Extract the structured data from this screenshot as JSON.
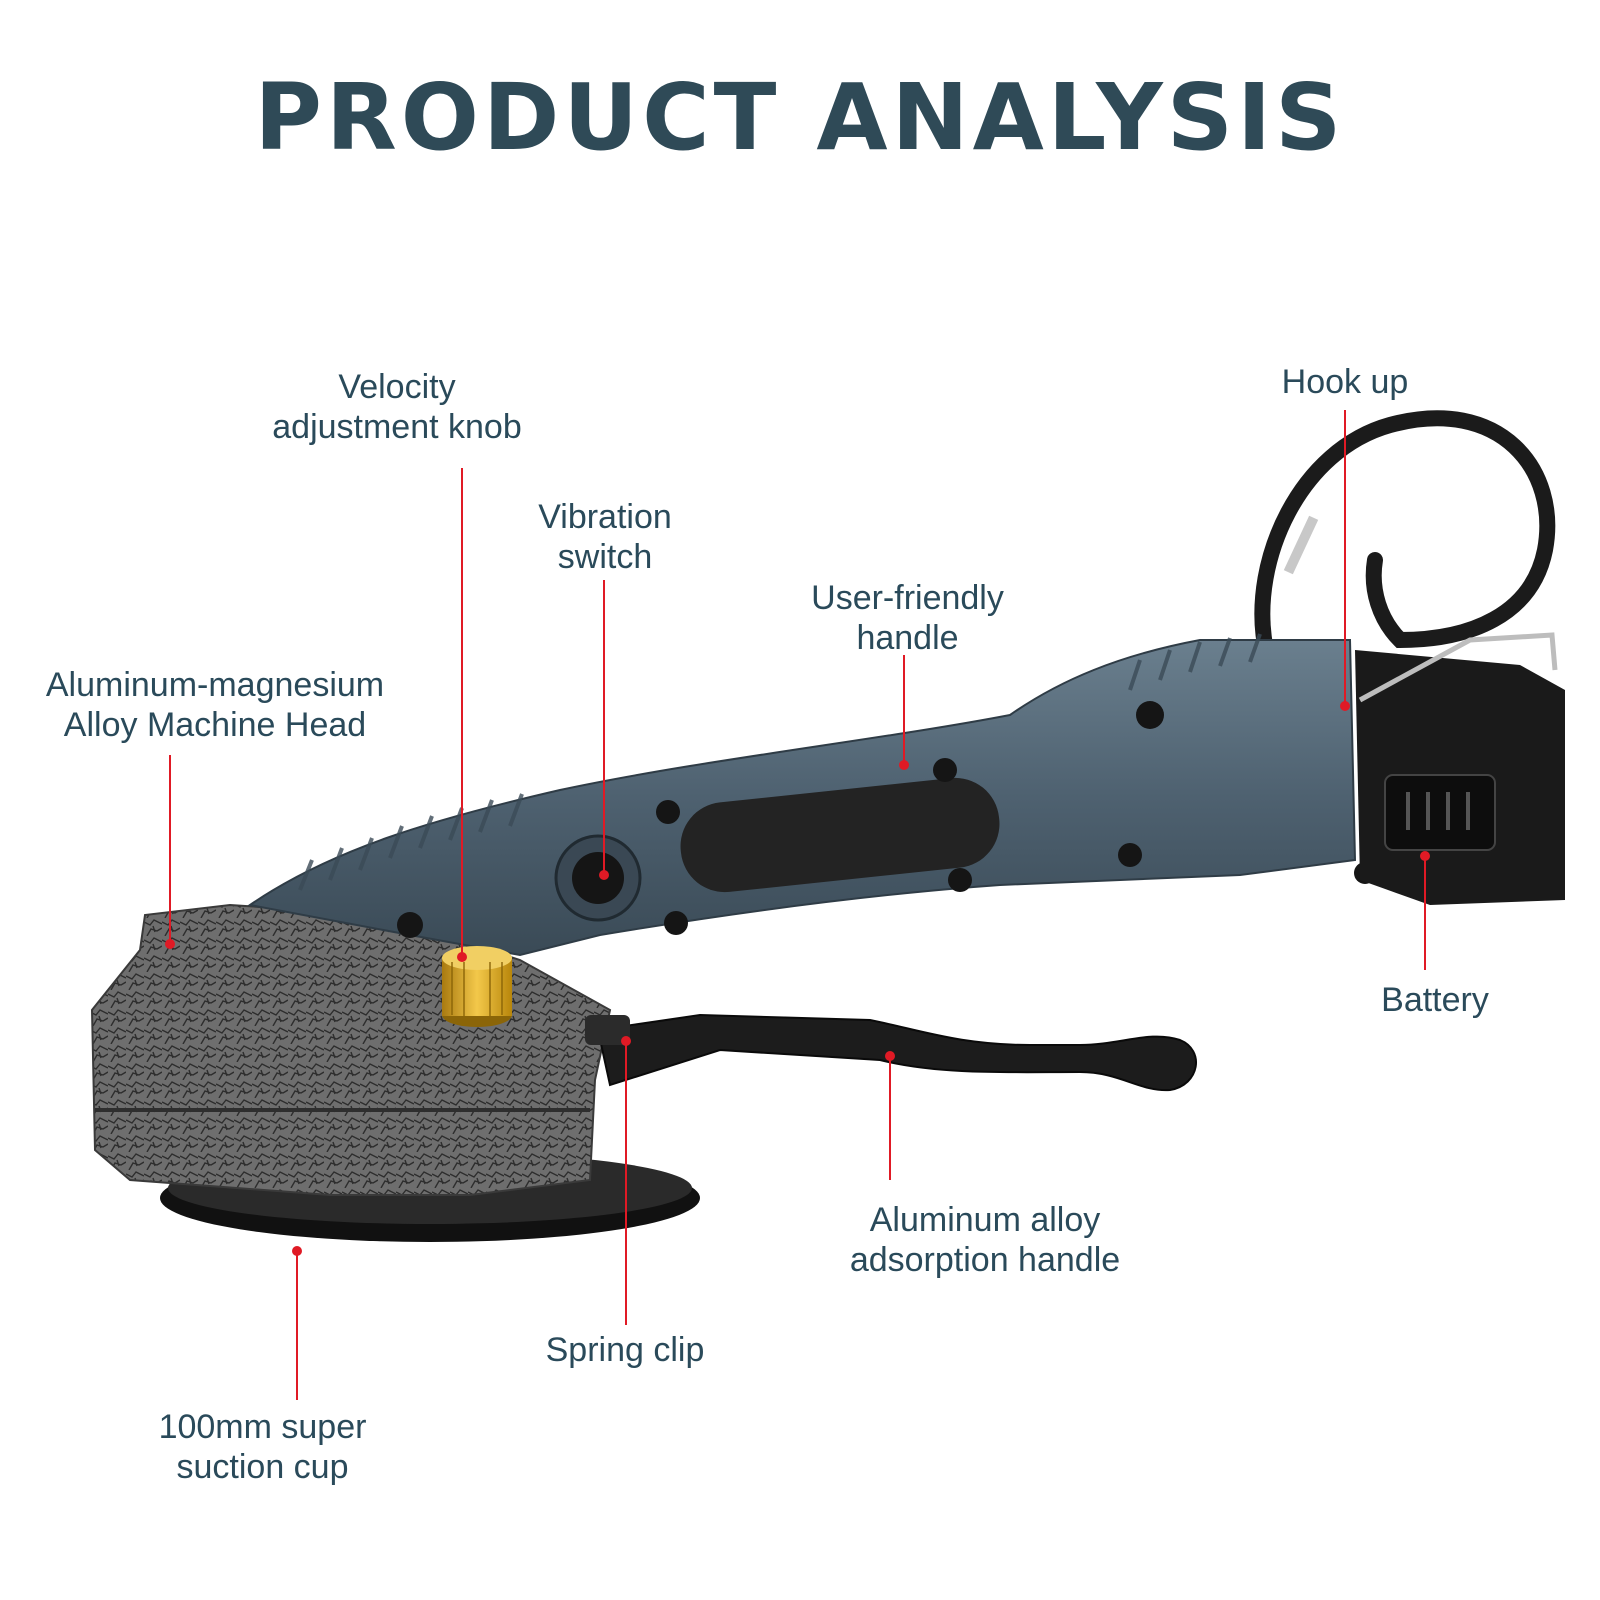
{
  "title": "PRODUCT ANALYSIS",
  "callouts": {
    "velocity_knob": [
      "Velocity",
      "adjustment knob"
    ],
    "vibration_switch": [
      "Vibration",
      "switch"
    ],
    "hook_up": [
      "Hook up"
    ],
    "user_friendly_handle": [
      "User-friendly",
      "handle"
    ],
    "machine_head": [
      "Aluminum-magnesium",
      "Alloy Machine Head"
    ],
    "battery": [
      "Battery"
    ],
    "adsorption_handle": [
      "Aluminum alloy",
      "adsorption handle"
    ],
    "spring_clip": [
      "Spring clip"
    ],
    "suction_cup": [
      "100mm super",
      "suction cup"
    ]
  },
  "colors": {
    "title": "#2f4a57",
    "label_text": "#2a4a5a",
    "leader_line": "#e01a25",
    "tool_body": "#4e6170",
    "machine_head": "#6b6b6b",
    "knob": "#d9a520"
  }
}
